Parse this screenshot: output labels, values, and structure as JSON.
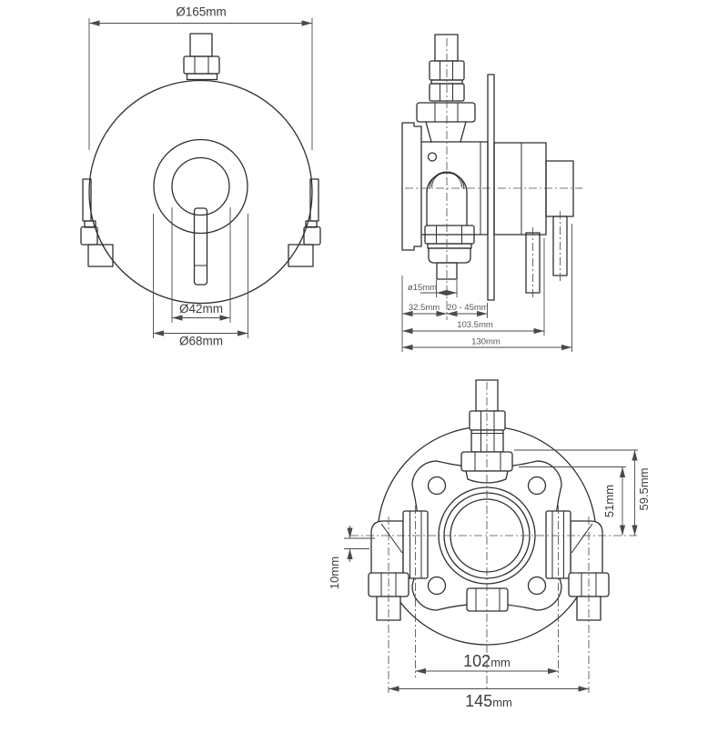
{
  "drawing": {
    "front_view": {
      "dim_overall_diameter": "Ø165mm",
      "dim_hub_diameter": "Ø42mm",
      "dim_trim_diameter": "Ø68mm"
    },
    "side_view": {
      "dim_pipe_diameter": "ø15mm",
      "dim_rear_depth": "32.5mm",
      "dim_adjust_range": "20 - 45mm",
      "dim_depth_total": "103.5mm",
      "dim_width_total": "130mm"
    },
    "rear_view": {
      "dim_offset": "10mm",
      "dim_height_inner": "51mm",
      "dim_height_outer": "59.5mm",
      "dim_inlet_centres": {
        "value": "102",
        "unit": "mm"
      },
      "dim_overall_width": {
        "value": "145",
        "unit": "mm"
      }
    }
  }
}
